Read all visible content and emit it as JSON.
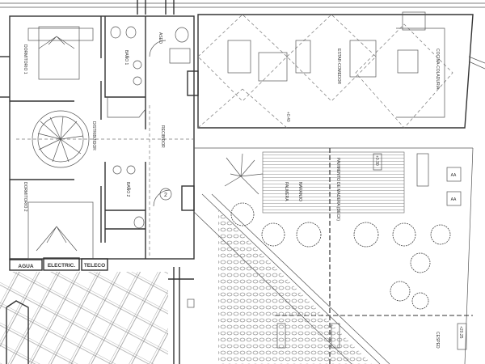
{
  "rooms": {
    "dorm1": "DORMITORIO 1",
    "bano1": "BAÑO 1",
    "aseo": "ASEO",
    "distribuidor": "DISTRIBUIDOR",
    "dorm2": "DORMITORIO 2",
    "bano2": "BAÑO 2",
    "recibidor": "RECIBIDOR",
    "estar": "ESTAR-COMEDOR",
    "cocina": "COCINA-COLADURIA"
  },
  "utilities": [
    "AGUA",
    "ELECTRIC.",
    "TELECO"
  ],
  "door_number": "2",
  "garden": {
    "pavimento": "PAVIMENTO DE MADERA (DECK)",
    "palmera": "PALMERA",
    "naranjo": "NARANJO",
    "cesped": "CESPED",
    "aa": [
      "AA",
      "AA"
    ]
  },
  "levels": {
    "interior": "+0.40",
    "deck": "+0.30",
    "garden": "+20.25"
  },
  "colors": {
    "line": "#333333",
    "hatch": "#888888",
    "background": "#ffffff"
  }
}
